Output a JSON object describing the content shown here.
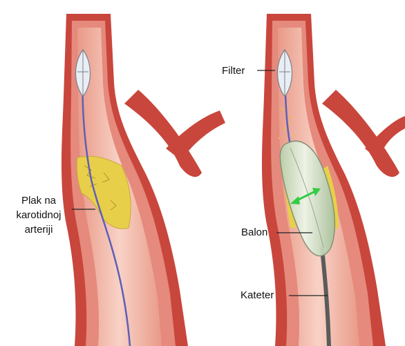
{
  "labels": {
    "plaque": [
      "Plak na",
      "karotidnoj",
      "arteriji"
    ],
    "filter": "Filter",
    "balloon": "Balon",
    "catheter": "Kateter"
  },
  "colors": {
    "artery_wall": "#c9463c",
    "artery_wall_light": "#e58a7c",
    "lumen": "#f3b7a7",
    "plaque": "#e8cf4a",
    "catheter": "#5b5b5b",
    "guidewire": "#5c5fb8",
    "balloon": "#d7e6cf",
    "arrow": "#33cc44"
  },
  "icons": [
    "filter-basket-icon",
    "double-arrow-icon"
  ]
}
